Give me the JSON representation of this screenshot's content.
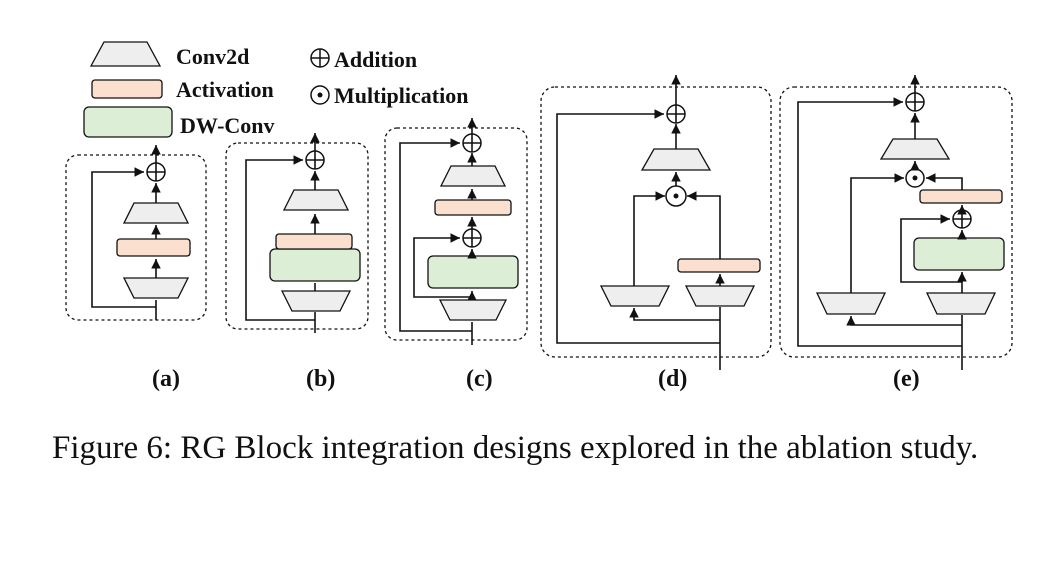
{
  "legend": {
    "conv2d": "Conv2d",
    "activation": "Activation",
    "dwconv": "DW-Conv",
    "addition": "Addition",
    "multiplication": "Multiplication"
  },
  "panels": {
    "a": "(a)",
    "b": "(b)",
    "c": "(c)",
    "d": "(d)",
    "e": "(e)"
  },
  "caption": "Figure 6: RG Block integration designs explored in the ablation study.",
  "colors": {
    "conv": "#eeeeee",
    "activation": "#fbe0d0",
    "dwconv": "#dcefd6"
  }
}
